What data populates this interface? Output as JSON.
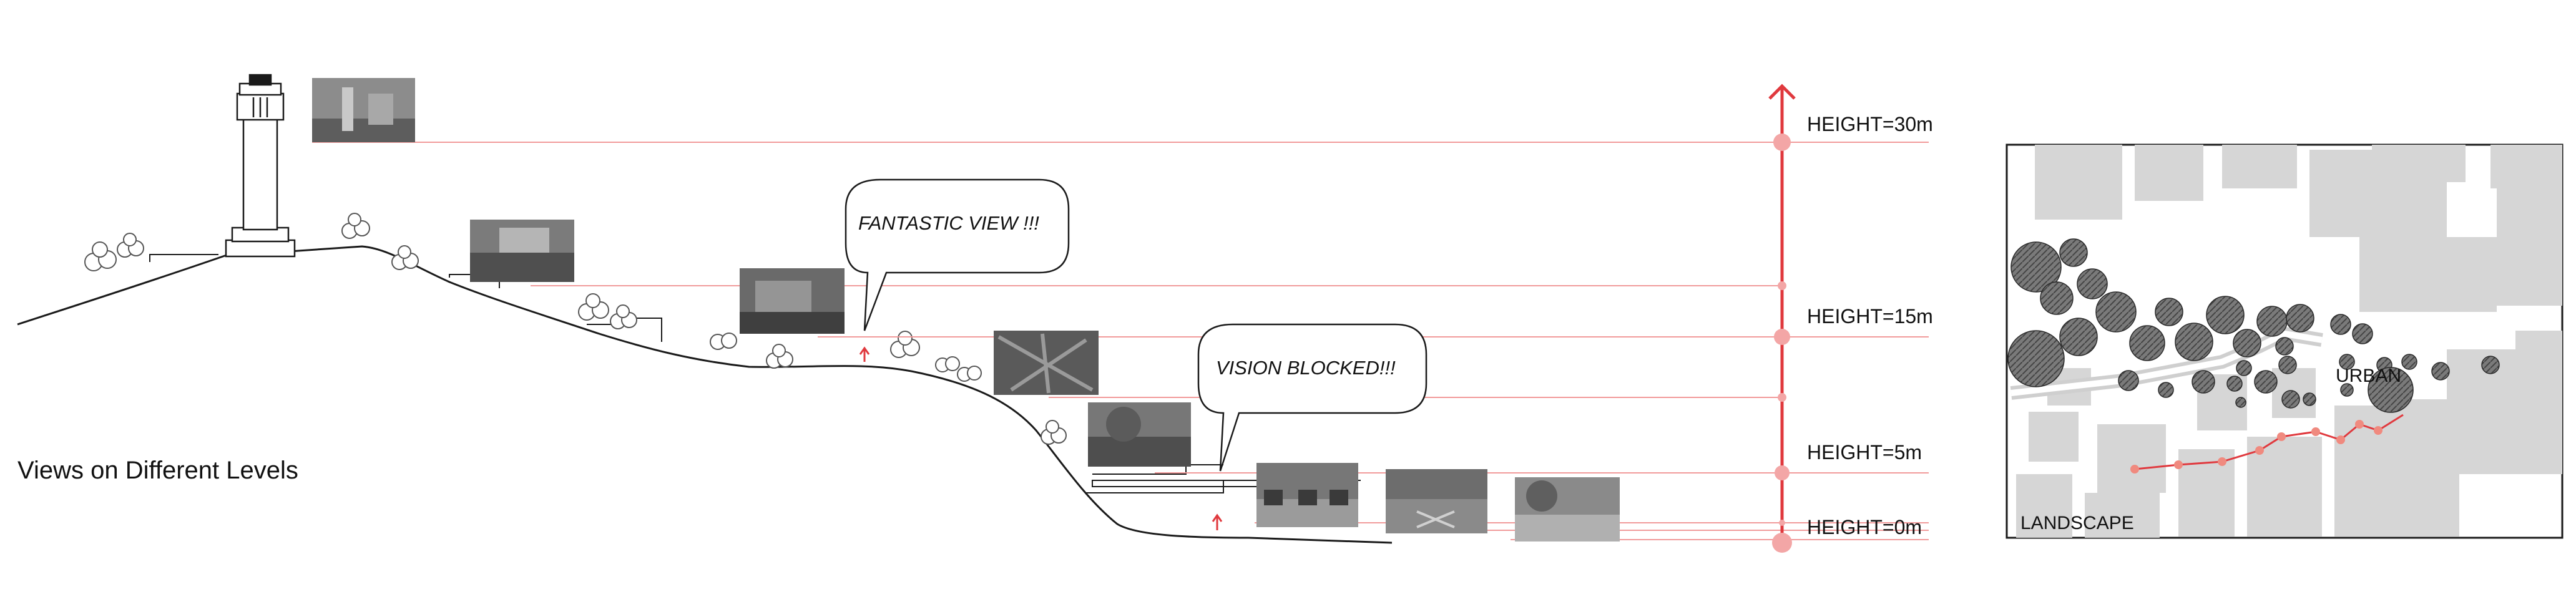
{
  "section": {
    "title": "Views on Different Levels",
    "callouts": {
      "fantastic": "FANTASTIC VIEW !!!",
      "blocked": "VISION BLOCKED!!!"
    },
    "heights": [
      {
        "label": "HEIGHT=30m",
        "value": 30
      },
      {
        "label": "HEIGHT=15m",
        "value": 15
      },
      {
        "label": "HEIGHT=5m",
        "value": 5
      },
      {
        "label": "HEIGHT=0m",
        "value": 0
      }
    ],
    "accent_color": "#e0393e",
    "level_line_color": "#f19a9a",
    "photo_count": 9
  },
  "plan": {
    "labels": {
      "urban": "URBAN",
      "landscape": "LANDSCAPE"
    },
    "route_color": "#e0393e",
    "building_color": "#d6d6d6"
  }
}
